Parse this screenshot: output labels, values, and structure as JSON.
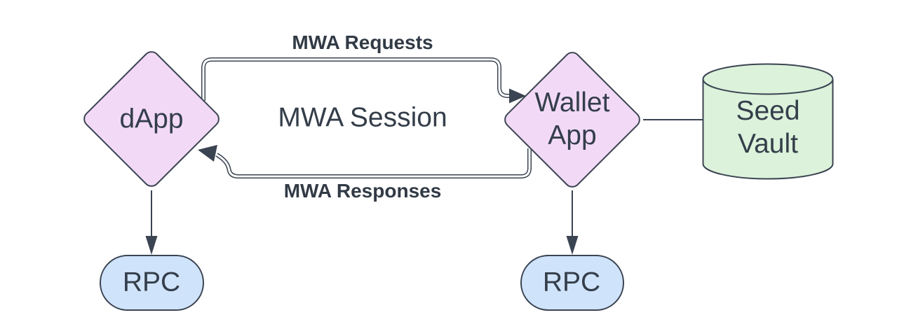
{
  "nodes": {
    "dapp": {
      "label": "dApp",
      "shape": "diamond",
      "fill": "#F2DAF7"
    },
    "wallet_app": {
      "label": "Wallet\nApp",
      "shape": "diamond",
      "fill": "#F2DAF7"
    },
    "seed_vault": {
      "label": "Seed\nVault",
      "shape": "cylinder",
      "fill": "#DCF2DB"
    },
    "rpc_left": {
      "label": "RPC",
      "shape": "rounded-rectangle",
      "fill": "#CFE3FB"
    },
    "rpc_right": {
      "label": "RPC",
      "shape": "rounded-rectangle",
      "fill": "#CFE3FB"
    }
  },
  "edges": {
    "mwa_requests": {
      "label": "MWA Requests",
      "from": "dApp",
      "to": "Wallet App",
      "style": "double-line-arrow"
    },
    "mwa_responses": {
      "label": "MWA Responses",
      "from": "Wallet App",
      "to": "dApp",
      "style": "double-line-arrow"
    },
    "mwa_session": {
      "label": "MWA Session"
    },
    "dapp_rpc": {
      "label": "",
      "from": "dApp",
      "to": "RPC",
      "style": "arrow"
    },
    "wallet_rpc": {
      "label": "",
      "from": "Wallet App",
      "to": "RPC",
      "style": "arrow"
    },
    "wallet_seedvault": {
      "label": "",
      "from": "Wallet App",
      "to": "Seed Vault",
      "style": "plain-line"
    }
  },
  "colors": {
    "stroke": "#3B4452",
    "node_purple": "#F2DAF7",
    "node_green": "#DCF2DB",
    "node_blue": "#CFE3FB",
    "node_text": "#343E4A",
    "edge_label_text": "#313A45",
    "background": "#FFFFFF"
  }
}
